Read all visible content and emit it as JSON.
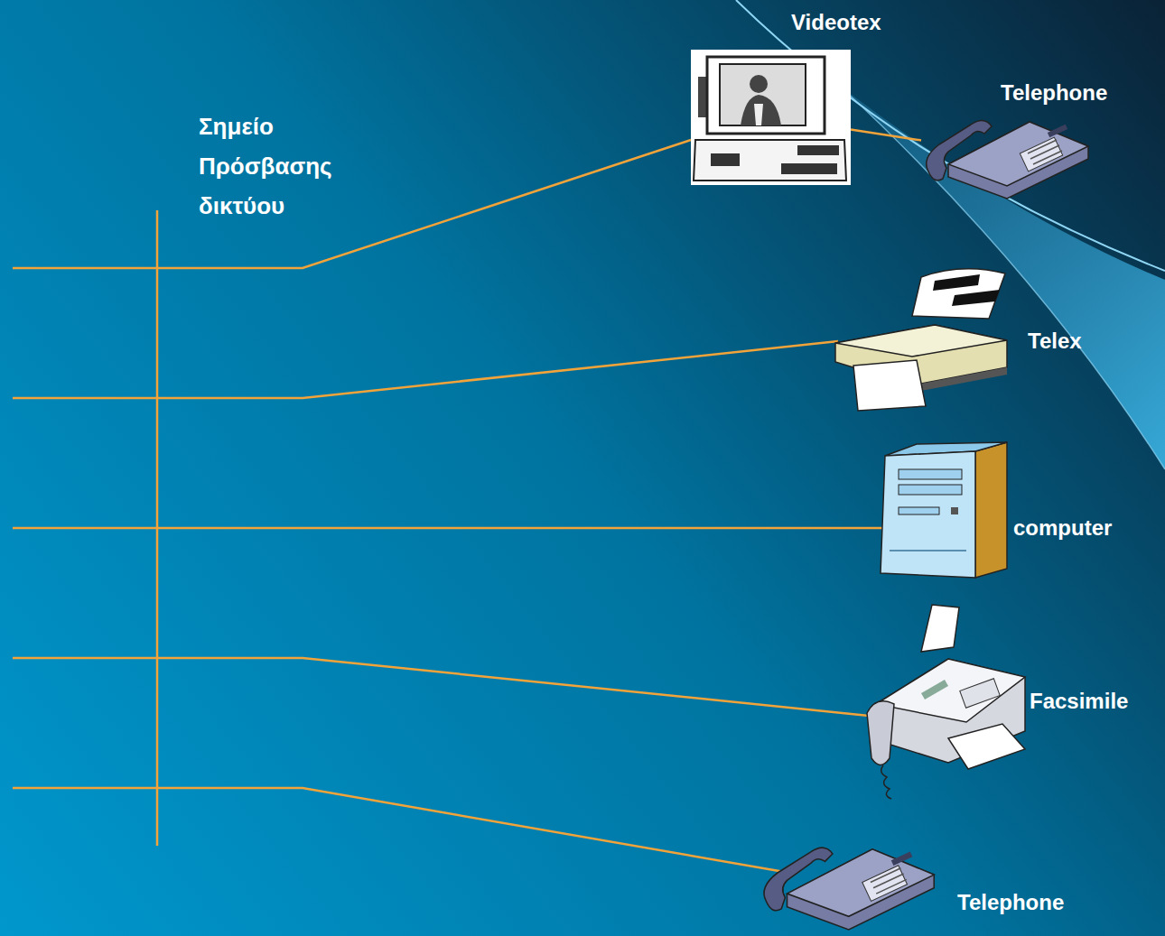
{
  "diagram": {
    "nodes": [
      {
        "text": [
          "Videotex"
        ]
      },
      {
        "text": [
          "Telephone"
        ]
      },
      {
        "text": [
          "Telex"
        ]
      },
      {
        "text": [
          "computer"
        ]
      },
      {
        "text": [
          "Facsimile"
        ]
      },
      {
        "text": [
          "Telephone"
        ]
      }
    ],
    "edges": [
      {
        "from": 0,
        "to": 1,
        "arrow": "none"
      }
    ],
    "labels": [
      "Σημείο Πρόσβασης δικτύου"
    ]
  }
}
